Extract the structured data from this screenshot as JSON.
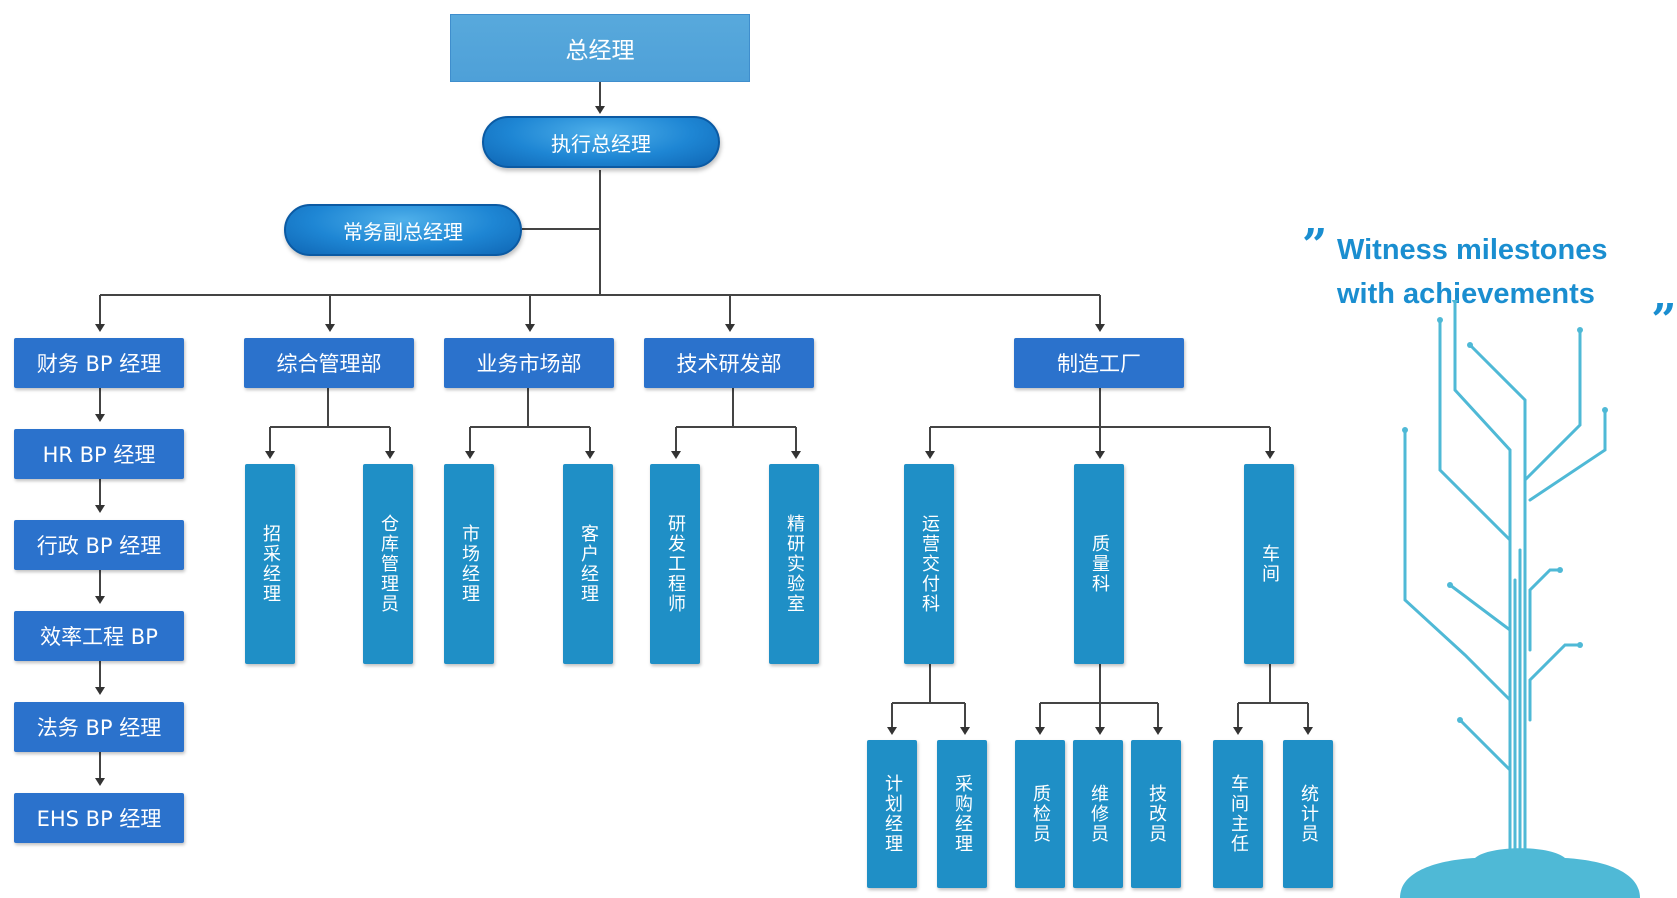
{
  "top": {
    "gm": "总经理",
    "exec": "执行总经理",
    "deputy": "常务副总经理"
  },
  "bp": [
    "财务 BP 经理",
    "HR BP 经理",
    "行政 BP 经理",
    "效率工程 BP",
    "法务 BP 经理",
    "EHS BP 经理"
  ],
  "departments": {
    "admin": {
      "label": "综合管理部",
      "children": [
        "招采经理",
        "仓库管理员"
      ]
    },
    "sales": {
      "label": "业务市场部",
      "children": [
        "市场经理",
        "客户经理"
      ]
    },
    "tech": {
      "label": "技术研发部",
      "children": [
        "研发工程师",
        "精研实验室"
      ]
    },
    "factory": {
      "label": "制造工厂",
      "units": {
        "ops": {
          "label": "运营交付科",
          "children": [
            "计划经理",
            "采购经理"
          ]
        },
        "quality": {
          "label": "质量科",
          "children": [
            "质检员",
            "维修员",
            "技改员"
          ]
        },
        "workshop": {
          "label": "车间",
          "children": [
            "车间主任",
            "统计员"
          ]
        }
      }
    }
  },
  "slogan": {
    "open_quote": "”",
    "line1": "Witness milestones",
    "line2": "with achievements",
    "close_quote": "„"
  },
  "colors": {
    "box": "#2b72cc",
    "leaf": "#1f8fc6",
    "top": "#58a9dc",
    "tree": "#4fb9d6",
    "slogan": "#1a8ed0"
  }
}
